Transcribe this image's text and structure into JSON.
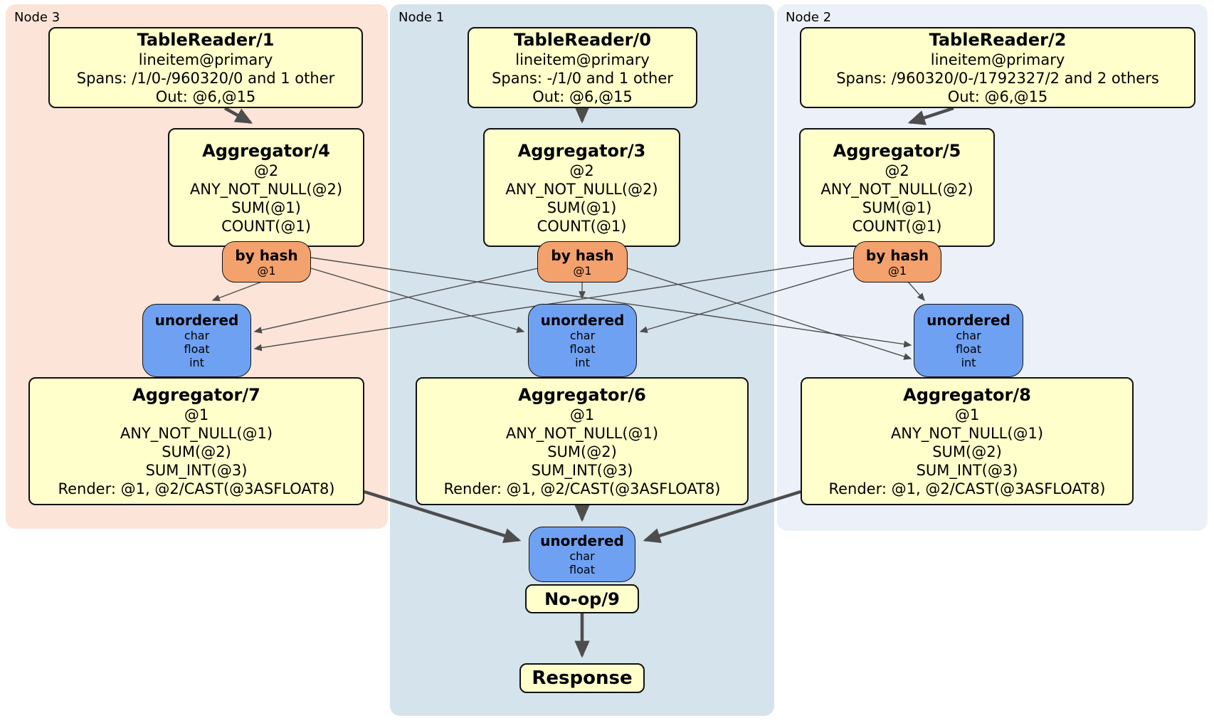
{
  "colors": {
    "cluster_node3_bg": "#fce4d8",
    "cluster_node1_bg": "#d5e3ec",
    "cluster_node2_bg": "#ecf1f9",
    "processor_box_bg": "#ffffcc",
    "router_bg": "#f3a16d",
    "sync_bg": "#6fa1f2",
    "edge": "#4d4d4d"
  },
  "clusters": {
    "node3": {
      "label": "Node 3"
    },
    "node1": {
      "label": "Node 1"
    },
    "node2": {
      "label": "Node 2"
    }
  },
  "p": {
    "tr1": {
      "title": "TableReader/1",
      "lines": [
        "lineitem@primary",
        "Spans: /1/0-/960320/0 and 1 other",
        "Out: @6,@15"
      ]
    },
    "tr0": {
      "title": "TableReader/0",
      "lines": [
        "lineitem@primary",
        "Spans: -/1/0 and 1 other",
        "Out: @6,@15"
      ]
    },
    "tr2": {
      "title": "TableReader/2",
      "lines": [
        "lineitem@primary",
        "Spans: /960320/0-/1792327/2 and 2 others",
        "Out: @6,@15"
      ]
    },
    "agg4": {
      "title": "Aggregator/4",
      "lines": [
        "@2",
        "ANY_NOT_NULL(@2)",
        "SUM(@1)",
        "COUNT(@1)"
      ]
    },
    "agg3": {
      "title": "Aggregator/3",
      "lines": [
        "@2",
        "ANY_NOT_NULL(@2)",
        "SUM(@1)",
        "COUNT(@1)"
      ]
    },
    "agg5": {
      "title": "Aggregator/5",
      "lines": [
        "@2",
        "ANY_NOT_NULL(@2)",
        "SUM(@1)",
        "COUNT(@1)"
      ]
    },
    "agg7": {
      "title": "Aggregator/7",
      "lines": [
        "@1",
        "ANY_NOT_NULL(@1)",
        "SUM(@2)",
        "SUM_INT(@3)",
        "Render: @1, @2/CAST(@3ASFLOAT8)"
      ]
    },
    "agg6": {
      "title": "Aggregator/6",
      "lines": [
        "@1",
        "ANY_NOT_NULL(@1)",
        "SUM(@2)",
        "SUM_INT(@3)",
        "Render: @1, @2/CAST(@3ASFLOAT8)"
      ]
    },
    "agg8": {
      "title": "Aggregator/8",
      "lines": [
        "@1",
        "ANY_NOT_NULL(@1)",
        "SUM(@2)",
        "SUM_INT(@3)",
        "Render: @1, @2/CAST(@3ASFLOAT8)"
      ]
    },
    "noop": {
      "title": "No-op/9"
    },
    "response": {
      "title": "Response"
    }
  },
  "routers": {
    "hash3": {
      "title": "by hash",
      "lines": [
        "@1"
      ]
    },
    "hash1": {
      "title": "by hash",
      "lines": [
        "@1"
      ]
    },
    "hash2": {
      "title": "by hash",
      "lines": [
        "@1"
      ]
    }
  },
  "syncs": {
    "u3": {
      "title": "unordered",
      "lines": [
        "char",
        "float",
        "int"
      ]
    },
    "u1": {
      "title": "unordered",
      "lines": [
        "char",
        "float",
        "int"
      ]
    },
    "u2": {
      "title": "unordered",
      "lines": [
        "char",
        "float",
        "int"
      ]
    },
    "ufinal": {
      "title": "unordered",
      "lines": [
        "char",
        "float"
      ]
    }
  }
}
